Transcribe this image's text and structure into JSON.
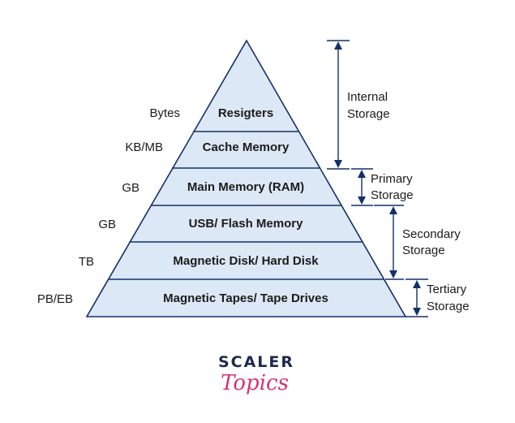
{
  "levels": [
    {
      "name": "Resigters",
      "unit": "Bytes"
    },
    {
      "name": "Cache Memory",
      "unit": "KB/MB"
    },
    {
      "name": "Main Memory (RAM)",
      "unit": "GB"
    },
    {
      "name": "USB/ Flash Memory",
      "unit": "GB"
    },
    {
      "name": "Magnetic Disk/ Hard Disk",
      "unit": "TB"
    },
    {
      "name": "Magnetic Tapes/ Tape Drives",
      "unit": "PB/EB"
    }
  ],
  "storage_groups": [
    {
      "line1": "Internal",
      "line2": "Storage"
    },
    {
      "line1": "Primary",
      "line2": "Storage"
    },
    {
      "line1": "Secondary",
      "line2": "Storage"
    },
    {
      "line1": "Tertiary",
      "line2": "Storage"
    }
  ],
  "logo": {
    "top": "SCALER",
    "bottom": "Topics"
  },
  "colors": {
    "fill": "#dde8f6",
    "stroke": "#13306a",
    "logo_navy": "#1e2a4a",
    "logo_pink": "#d9307a"
  }
}
